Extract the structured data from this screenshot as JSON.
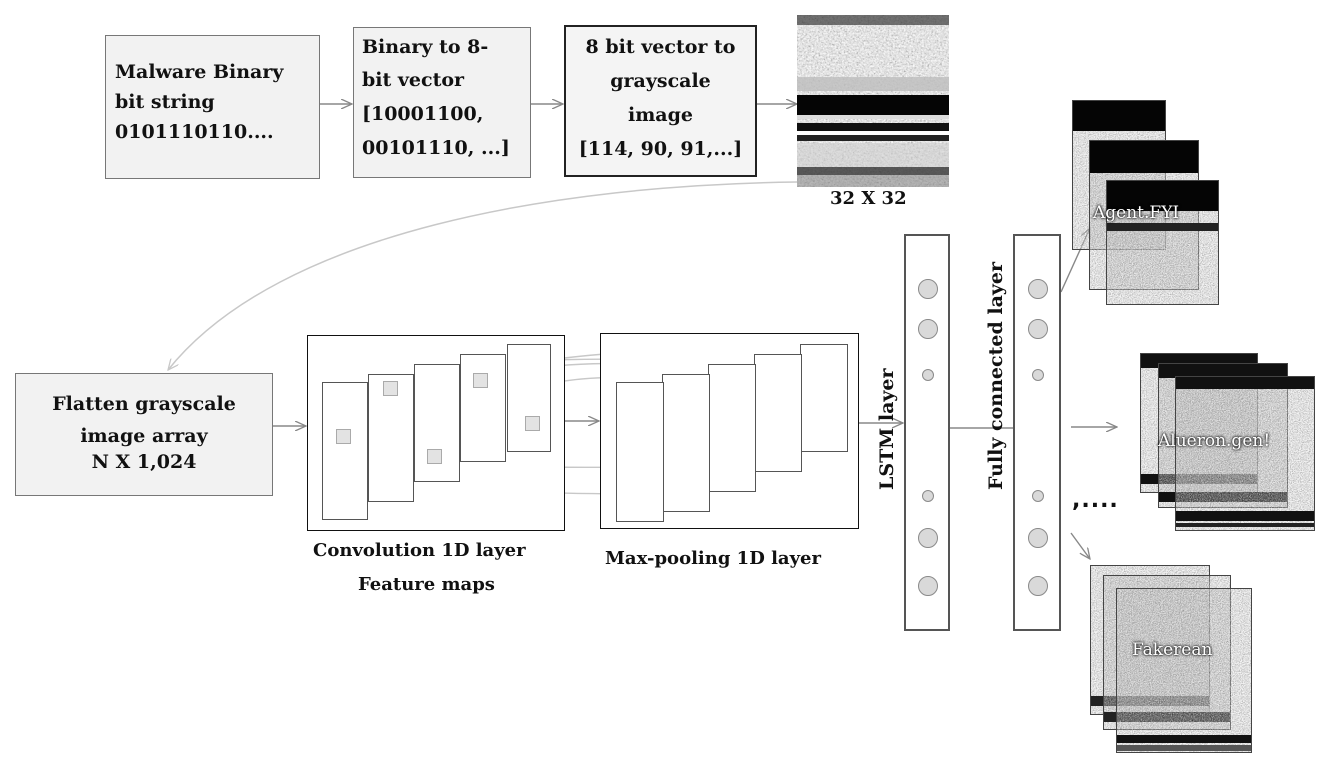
{
  "pipeline": {
    "step1": {
      "lines": [
        "Malware Binary",
        "bit string",
        "0101110110...."
      ]
    },
    "step2": {
      "lines": [
        "Binary to 8-",
        "bit vector",
        "[10001100,",
        "00101110,  ...]"
      ]
    },
    "step3": {
      "lines": [
        "8 bit vector to",
        "grayscale",
        "image",
        "[114, 90, 91,...]"
      ]
    },
    "image_size_label": "32 X 32"
  },
  "flatten": {
    "lines": [
      "Flatten grayscale",
      "image array",
      "N X 1,024"
    ]
  },
  "conv": {
    "label_line1": "Convolution 1D layer",
    "label_line2": "Feature maps"
  },
  "pool": {
    "label": "Max-pooling 1D layer"
  },
  "lstm": {
    "label": "LSTM  layer"
  },
  "fc": {
    "label": "Fully connected layer"
  },
  "outputs": {
    "class1": "Agent.FYI",
    "class2": "Alueron.gen!",
    "class3": "Fakerean",
    "ellipsis": ",...."
  },
  "colors": {
    "box_fill": "#f2f2f2",
    "node_fill": "#d9d9d9",
    "arrow": "#888888"
  }
}
